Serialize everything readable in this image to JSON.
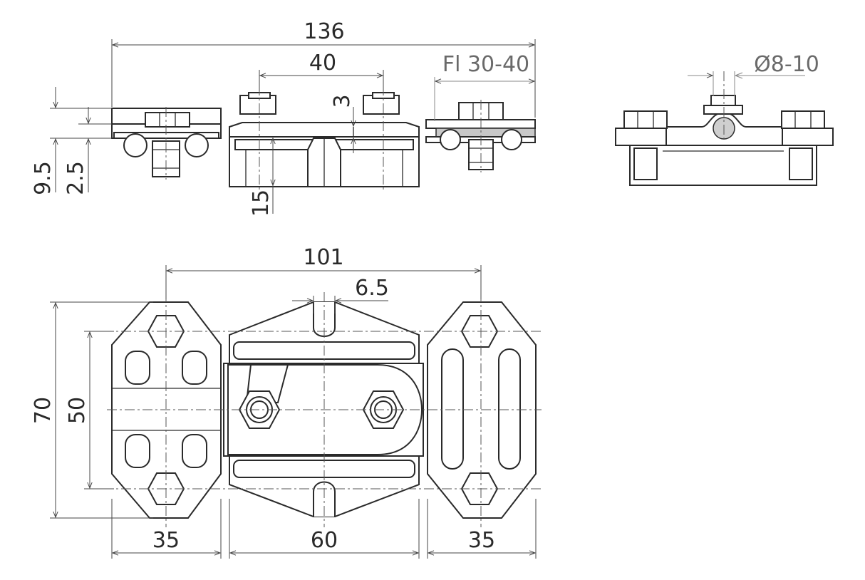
{
  "dimensions": {
    "overall_length": "136",
    "bolt_spacing_top": "40",
    "flat_range": "Fl 30-40",
    "diameter_range": "Ø8-10",
    "plate_thickness": "3",
    "height_total": "9.5",
    "height_plate": "2.5",
    "height_body": "15",
    "bolt_spacing_bottom": "101",
    "slot_width": "6.5",
    "outer_width": "70",
    "inner_width": "50",
    "left_clamp_width": "35",
    "center_width": "60",
    "right_clamp_width": "35"
  },
  "colors": {
    "line": "#2a2a2a",
    "dimension_grey": "#888888",
    "shade": "#c8c8c8"
  }
}
